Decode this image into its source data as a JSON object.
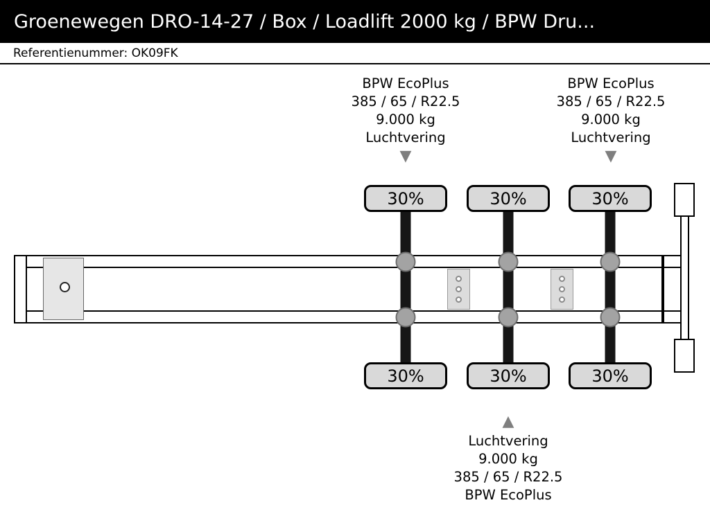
{
  "header": {
    "title": "Groenewegen DRO-14-27 / Box / Loadlift 2000 kg / BPW Dru...",
    "reference": "Referentienummer: OK09FK"
  },
  "icons": {
    "down_arrow": "▼",
    "up_arrow": "▲"
  },
  "diagram": {
    "top_annotations": [
      {
        "lines": [
          "BPW EcoPlus",
          "385 / 65 / R22.5",
          "9.000 kg",
          "Luchtvering"
        ]
      },
      {
        "lines": [
          "BPW EcoPlus",
          "385 / 65 / R22.5",
          "9.000 kg",
          "Luchtvering"
        ]
      }
    ],
    "bottom_annotation": {
      "lines": [
        "Luchtvering",
        "9.000 kg",
        "385 / 65 / R22.5",
        "BPW EcoPlus"
      ]
    },
    "axles": [
      {
        "top_load": "30%",
        "bottom_load": "30%"
      },
      {
        "top_load": "30%",
        "bottom_load": "30%"
      },
      {
        "top_load": "30%",
        "bottom_load": "30%"
      }
    ],
    "colors": {
      "title_bar_bg": "#000000",
      "title_text": "#ffffff",
      "arrow": "#7f7f7f",
      "badge_fill": "#d9d9d9",
      "axle_bar": "#161616",
      "air_spring": "#a3a3a3",
      "plate_fill": "#e6e6e6"
    }
  }
}
